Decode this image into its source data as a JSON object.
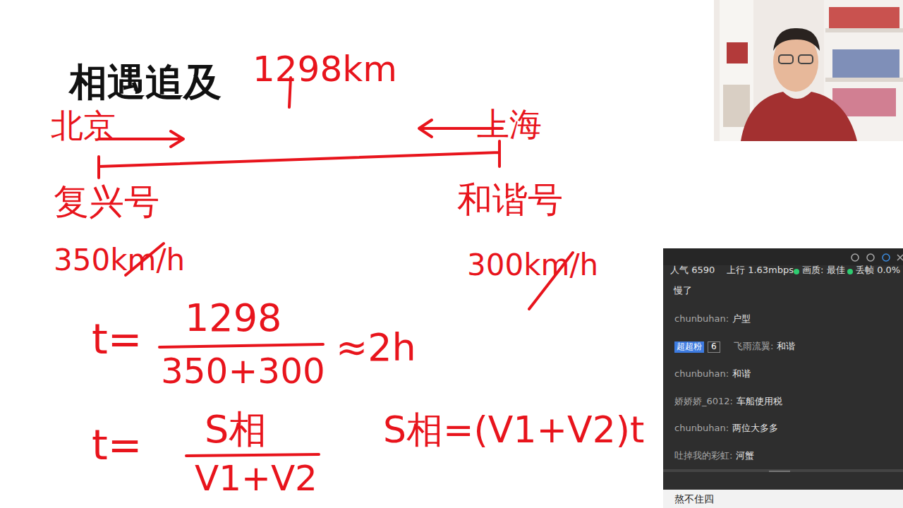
{
  "diagram": {
    "title": "相遇追及",
    "labels": [
      "1298km",
      "北京",
      "上海",
      "复兴号",
      "和谐号",
      "350km/h",
      "300km/h",
      "t=",
      "1298",
      "350+300",
      "≈2h",
      "t=",
      "S相",
      "V1+V2",
      "S相=(V1+V2)t",
      "人气 6590",
      "上行 1.63mbps",
      "画质: 最佳",
      "丢帧 0.0%",
      "慢了",
      "chunbuhan:",
      "户型",
      "超超粉",
      "6",
      "飞雨流翼:",
      "和谐",
      "chunbuhan:",
      "和谐",
      "娇娇娇_6012:",
      "车船使用税",
      "chunbuhan:",
      "两位大多多",
      "吐掉我的彩虹:",
      "河蟹",
      "熬不住四"
    ]
  }
}
